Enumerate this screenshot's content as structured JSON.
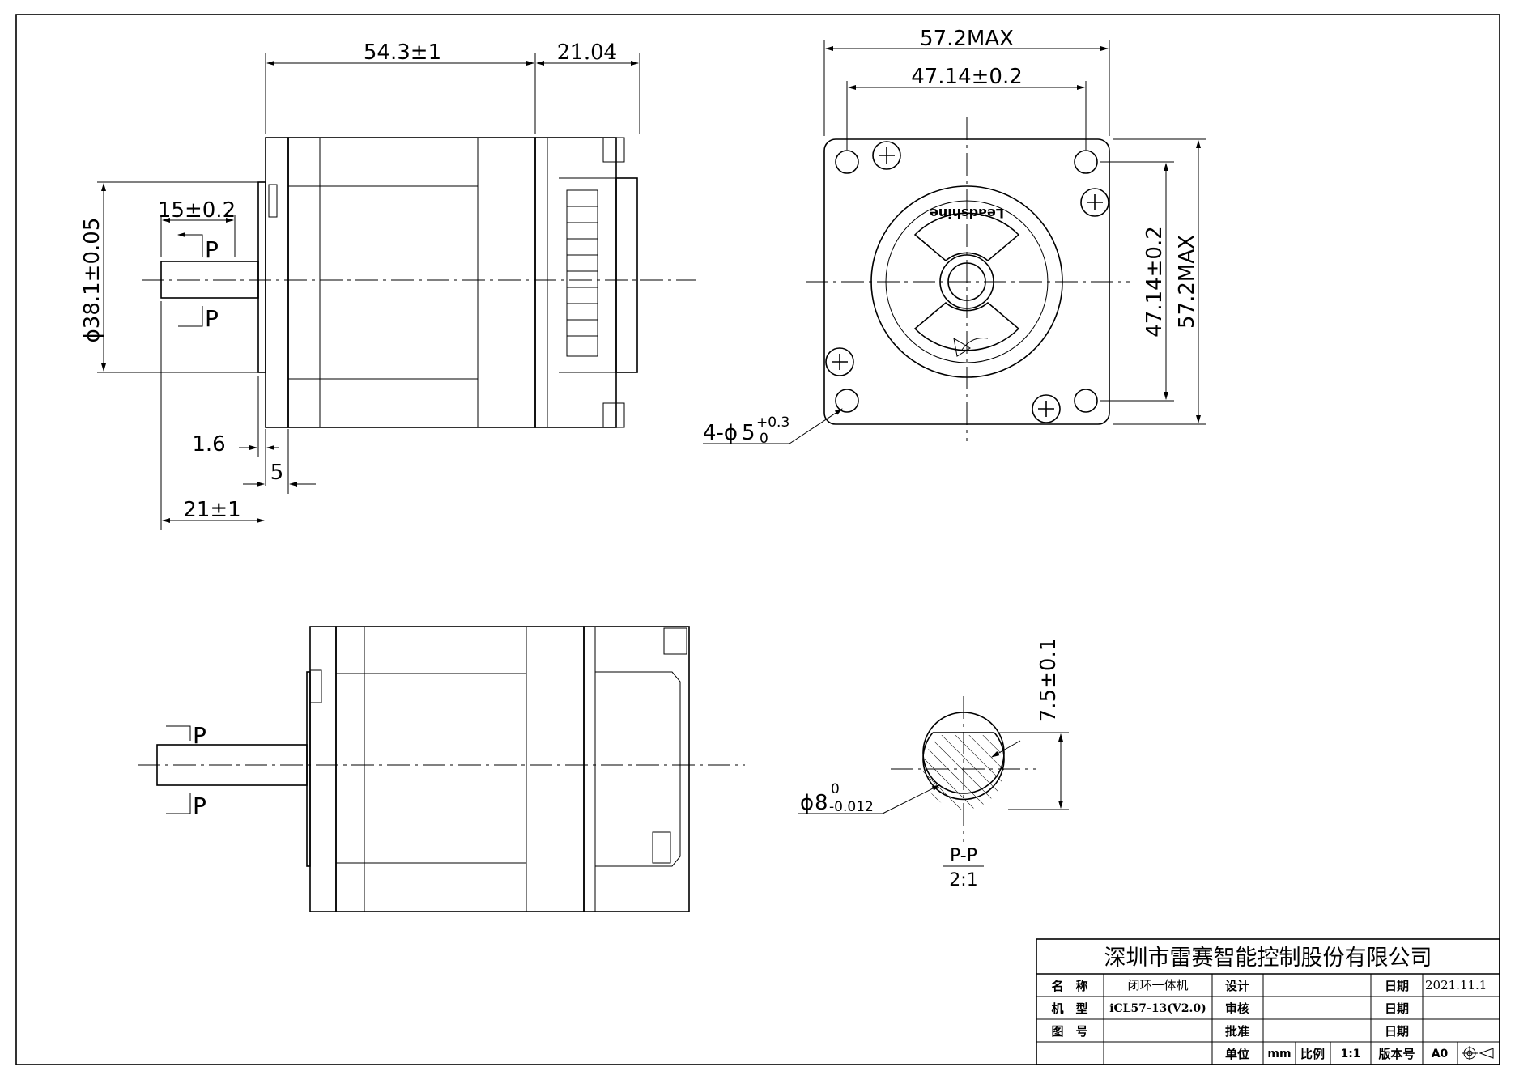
{
  "dimensions": {
    "body_length": "54.3±1",
    "driver_length": "21.04",
    "shaft_length": "15±0.2",
    "pilot_diameter": "ϕ38.1±0.05",
    "pilot_height": "1.6",
    "flange_thickness": "5",
    "shaft_extension": "21±1",
    "max_width_top": "57.2MAX",
    "hole_spacing_top": "47.14±0.2",
    "hole_spacing_side": "47.14±0.2",
    "max_width_side": "57.2MAX",
    "mount_holes_prefix": "4-ϕ",
    "mount_holes_base": "5",
    "mount_holes_tol_upper": "+0.3",
    "mount_holes_tol_lower": "0",
    "flat_height": "7.5±0.1",
    "shaft_diameter_prefix": "ϕ",
    "shaft_diameter_base": "8",
    "shaft_diameter_tol_upper": "0",
    "shaft_diameter_tol_lower": "-0.012"
  },
  "markers": {
    "section_letter": "P",
    "section_name": "P-P",
    "section_scale": "2:1"
  },
  "logo_text": "Leadshine",
  "title_block": {
    "company": "深圳市雷赛智能控制股份有限公司",
    "name_label": "名　称",
    "name_value": "闭环一体机",
    "model_label": "机　型",
    "model_value": "iCL57-13(V2.0)",
    "drawing_no_label": "图　号",
    "design_label": "设计",
    "review_label": "审核",
    "approve_label": "批准",
    "date_label_1": "日期",
    "date_label_2": "日期",
    "date_label_3": "日期",
    "date_value": "2021.11.1",
    "unit_label": "单位",
    "unit_value": "mm",
    "scale_label": "比例",
    "scale_value": "1:1",
    "version_label": "版本号",
    "version_value": "A0"
  }
}
